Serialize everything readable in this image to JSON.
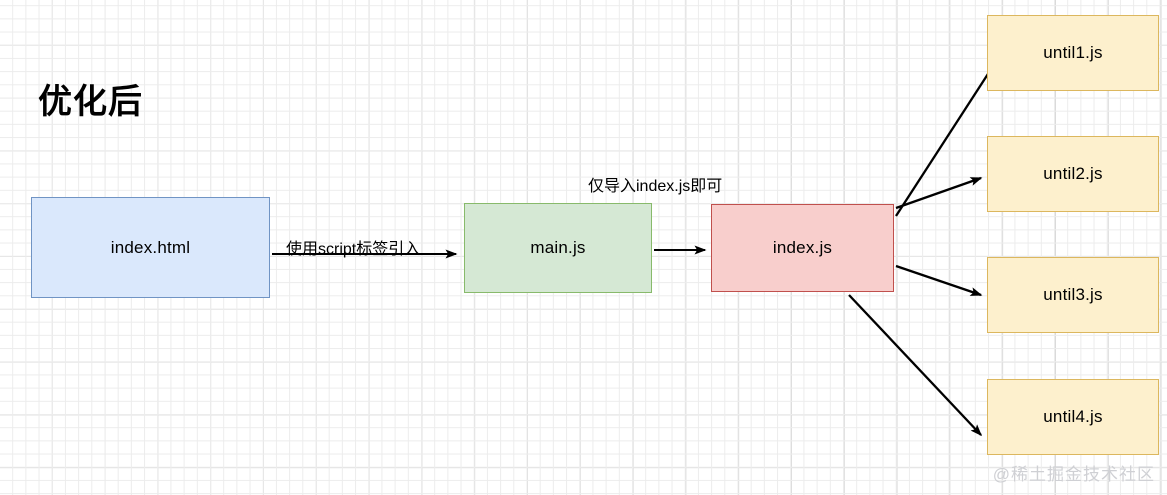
{
  "diagram": {
    "title": "优化后",
    "watermark": "@稀土掘金技术社区",
    "nodes": {
      "index_html": {
        "label": "index.html",
        "fill": "#dae8fc",
        "stroke": "#7094c4"
      },
      "main_js": {
        "label": "main.js",
        "fill": "#d5e8d4",
        "stroke": "#88ba6b"
      },
      "index_js": {
        "label": "index.js",
        "fill": "#f8cecc",
        "stroke": "#c0504d"
      },
      "until1": {
        "label": "until1.js",
        "fill": "#fdf0cd",
        "stroke": "#dcb75e"
      },
      "until2": {
        "label": "until2.js",
        "fill": "#fdf0cd",
        "stroke": "#dcb75e"
      },
      "until3": {
        "label": "until3.js",
        "fill": "#fdf0cd",
        "stroke": "#dcb75e"
      },
      "until4": {
        "label": "until4.js",
        "fill": "#fdf0cd",
        "stroke": "#dcb75e"
      }
    },
    "edges": {
      "html_to_main": {
        "label": "使用script标签引入"
      },
      "main_to_index": {
        "label": "仅导入index.js即可"
      },
      "index_to_until1": {
        "label": ""
      },
      "index_to_until2": {
        "label": ""
      },
      "index_to_until3": {
        "label": ""
      },
      "index_to_until4": {
        "label": ""
      }
    },
    "colors": {
      "background": "#ffffff",
      "grid_minor": "#ececec",
      "grid_major": "#d8d8d8",
      "arrow": "#000000",
      "text": "#000000",
      "watermark": "#cfd0d4"
    }
  }
}
